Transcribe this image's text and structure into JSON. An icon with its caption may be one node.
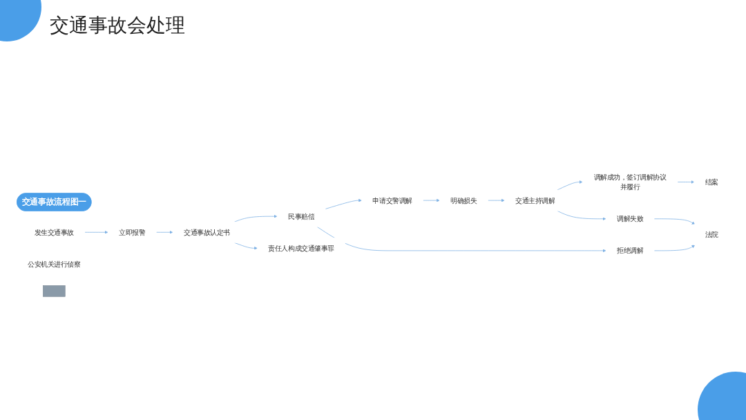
{
  "diagram": {
    "title": "交通事故会处理",
    "nodes": [
      {
        "text": [
          "交通事故流程图一"
        ]
      },
      {
        "text": [
          "发生交通事故"
        ]
      },
      {
        "text": [
          "立即报警"
        ]
      },
      {
        "text": [
          "交通事故认定书"
        ]
      },
      {
        "text": [
          "民事赔偿"
        ]
      },
      {
        "text": [
          "申请交警调解"
        ]
      },
      {
        "text": [
          "明确损失"
        ]
      },
      {
        "text": [
          "交通主持调解"
        ]
      },
      {
        "text": [
          "调解成功，签订调解协议并履行"
        ]
      },
      {
        "text": [
          "结案"
        ]
      },
      {
        "text": [
          "调解失败"
        ]
      },
      {
        "text": [
          "法院"
        ]
      },
      {
        "text": [
          "拒绝调解"
        ]
      },
      {
        "text": [
          "责任人构成交通肇事罪"
        ]
      },
      {
        "text": [
          "公安机关进行侦察"
        ]
      },
      {
        "text": [],
        "shape": "box"
      }
    ],
    "edges": [
      {
        "from": 1,
        "to": 2,
        "arrow": "to"
      },
      {
        "from": 2,
        "to": 3,
        "arrow": "to"
      },
      {
        "from": 3,
        "to": 4,
        "arrow": "to"
      },
      {
        "from": 3,
        "to": 13,
        "arrow": "to"
      },
      {
        "from": 4,
        "to": 5,
        "arrow": "to"
      },
      {
        "from": 4,
        "to": 12,
        "arrow": "to"
      },
      {
        "from": 5,
        "to": 6,
        "arrow": "to"
      },
      {
        "from": 6,
        "to": 7,
        "arrow": "to"
      },
      {
        "from": 7,
        "to": 8,
        "arrow": "to"
      },
      {
        "from": 7,
        "to": 10,
        "arrow": "to"
      },
      {
        "from": 8,
        "to": 9,
        "arrow": "to"
      },
      {
        "from": 10,
        "to": 11,
        "arrow": "to"
      },
      {
        "from": 12,
        "to": 11,
        "arrow": "to"
      }
    ]
  }
}
